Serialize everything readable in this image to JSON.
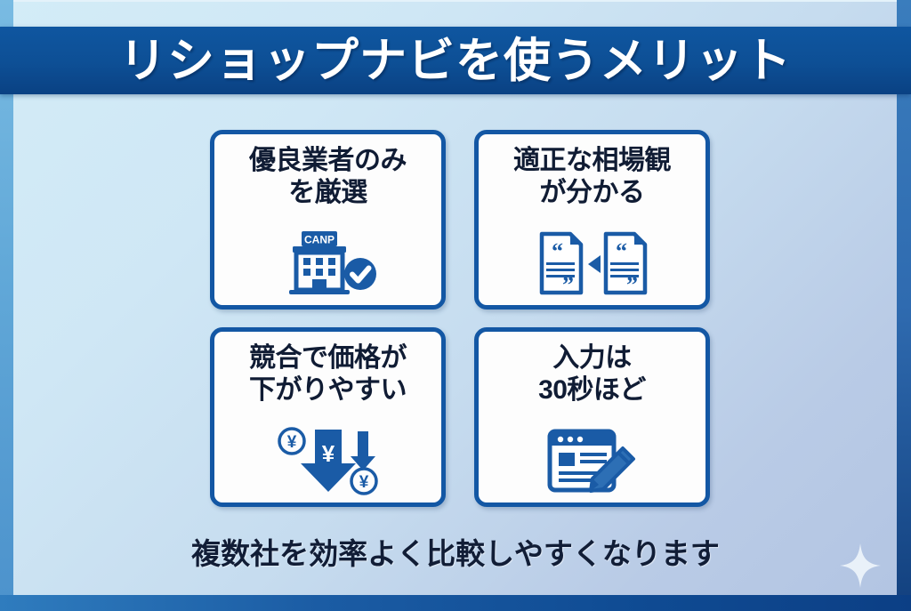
{
  "banner": {
    "title": "リショップナビを使うメリット",
    "bg_color": "#0d4f95",
    "text_color": "#ffffff"
  },
  "theme": {
    "background_top_left": "#d3ecf7",
    "background_bottom_right": "#b2c4e2",
    "card_border_color": "#1357a4",
    "card_fill_color": "#fdfdfd",
    "icon_color": "#1a5ba6",
    "body_text_color": "#101c34",
    "left_edge_color": "#61a8d8",
    "right_edge_color": "#12407e",
    "bottom_bar_color": "#0f4b93"
  },
  "cards": [
    {
      "title": "優良業者のみ\nを厳選",
      "icon": "verified-building-icon",
      "icon_label": "CANP"
    },
    {
      "title": "適正な相場観\nが分かる",
      "icon": "quote-documents-compare-icon"
    },
    {
      "title": "競合で価格が\n下がりやすい",
      "icon": "price-down-yen-arrow-icon",
      "currency_symbol": "¥"
    },
    {
      "title": "入力は\n30秒ほど",
      "icon": "form-entry-pencil-icon"
    }
  ],
  "footer": {
    "text": "複数社を効率よく比較しやすくなります"
  },
  "decoration": {
    "sparkle": "sparkle-icon"
  }
}
